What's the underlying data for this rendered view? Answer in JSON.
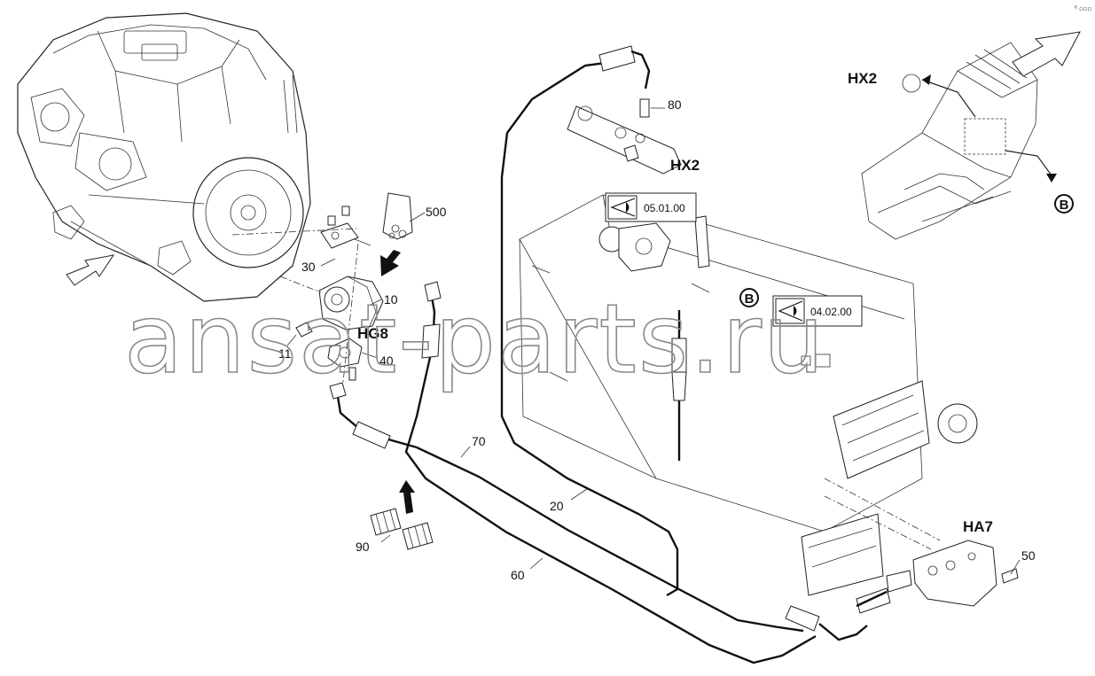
{
  "watermark": "ansat-parts.ru",
  "corner_mark": "ᵉ᷈ ▫▫▫",
  "parts": {
    "p10": "10",
    "p11": "11",
    "p20": "20",
    "p30": "30",
    "p40": "40",
    "p50": "50",
    "p60": "60",
    "p70": "70",
    "p80": "80",
    "p90": "90",
    "p500": "500"
  },
  "designations": {
    "hg8": "HG8",
    "hx2_valve": "HX2",
    "hx2_overview": "HX2",
    "ha7": "HA7"
  },
  "view_marker": "B",
  "view_marker_detail": "B",
  "references": {
    "ref1": "05.01.00",
    "ref2": "04.02.00"
  },
  "icon_names": [
    "eye-reference-icon",
    "direction-arrow-icon"
  ]
}
